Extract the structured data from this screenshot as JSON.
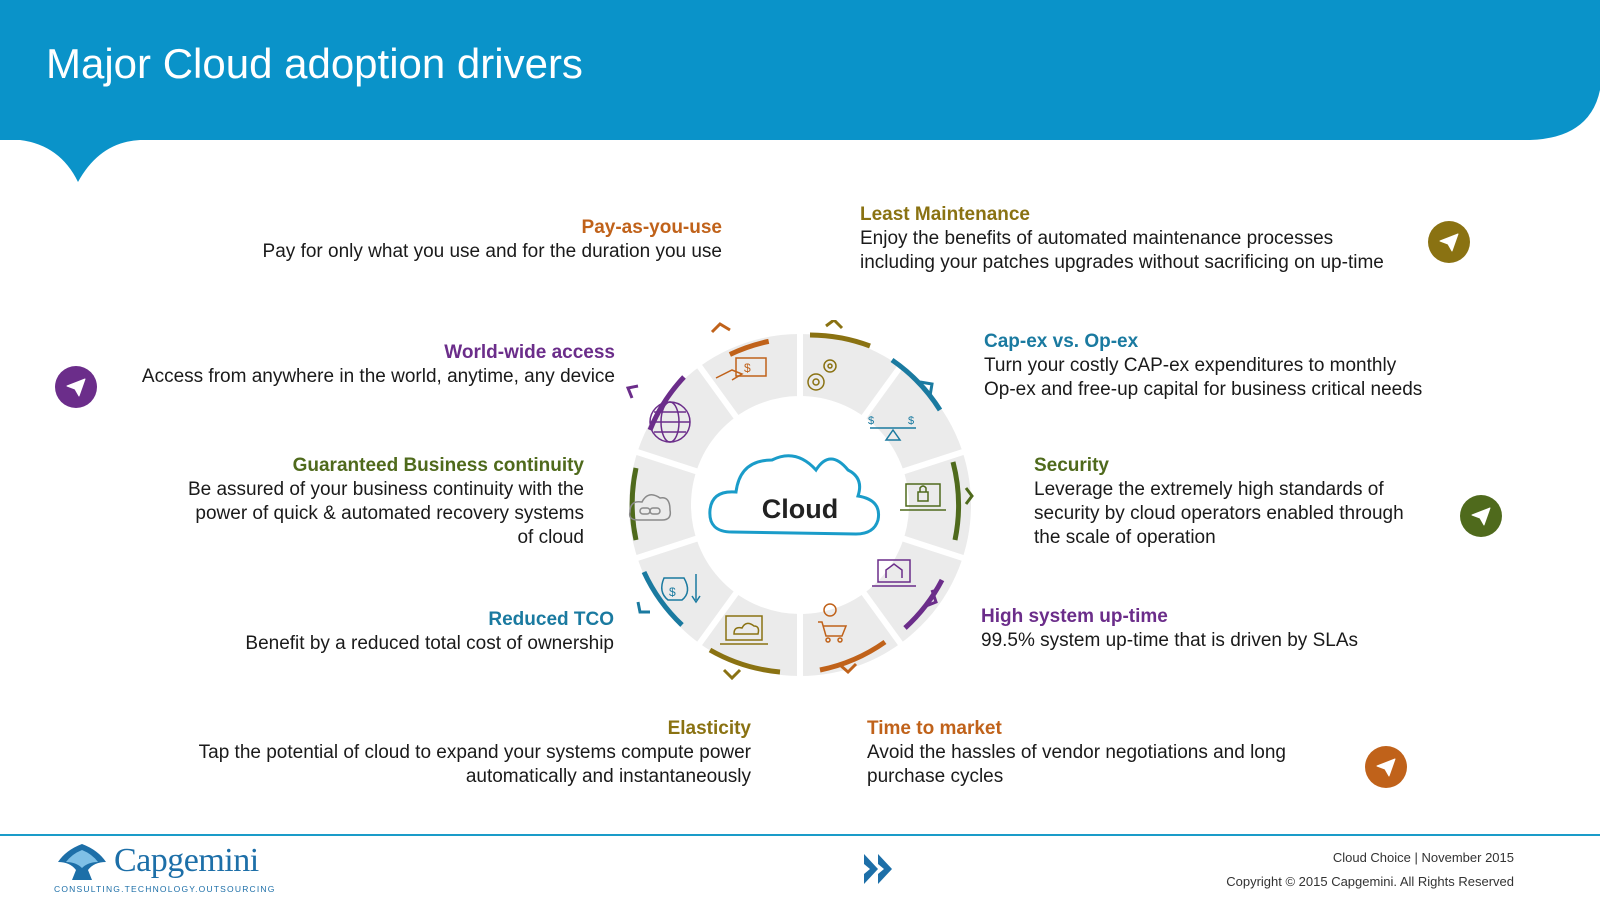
{
  "slide": {
    "title": "Major Cloud adoption drivers",
    "header_color": "#0a93c9"
  },
  "center": {
    "label": "Cloud"
  },
  "drivers": {
    "pay": {
      "title": "Pay-as-you-use",
      "desc": "Pay for only what you use and for the duration you use",
      "color": "#c0621a"
    },
    "maintenance": {
      "title": "Least Maintenance",
      "desc1": "Enjoy the benefits of automated maintenance processes",
      "desc2": "including your patches upgrades without sacrificing on up-time",
      "color": "#8a7212"
    },
    "worldwide": {
      "title": "World-wide access",
      "desc": "Access from anywhere in the world, anytime, any device",
      "color": "#6b2d8a"
    },
    "capex": {
      "title": "Cap-ex vs. Op-ex",
      "desc1": "Turn your costly CAP-ex expenditures to monthly",
      "desc2": "Op-ex and free-up capital for business critical needs",
      "color": "#1a7aa0"
    },
    "continuity": {
      "title": "Guaranteed Business continuity",
      "desc1": "Be assured of your business continuity with the",
      "desc2": "power of quick & automated recovery systems",
      "desc3": "of cloud",
      "color": "#4f6a1c"
    },
    "security": {
      "title": "Security",
      "desc1": "Leverage the extremely high standards of",
      "desc2": "security by cloud operators enabled through",
      "desc3": "the scale of operation",
      "color": "#4f6a1c"
    },
    "tco": {
      "title": "Reduced TCO",
      "desc": "Benefit by a reduced total cost of ownership",
      "color": "#1a7aa0"
    },
    "uptime": {
      "title": "High system up-time",
      "desc": "99.5% system up-time that is driven by SLAs",
      "color": "#6b2d8a"
    },
    "elasticity": {
      "title": "Elasticity",
      "desc1": "Tap the potential of cloud to expand your systems compute power",
      "desc2": "automatically and instantaneously",
      "color": "#8a7212"
    },
    "market": {
      "title": "Time to market",
      "desc1": "Avoid the hassles of vendor negotiations and long",
      "desc2": "purchase cycles",
      "color": "#c0621a"
    }
  },
  "badges": [
    {
      "icon": "paper-plane-icon",
      "color": "#8a7212"
    },
    {
      "icon": "paper-plane-icon",
      "color": "#6b2d8a"
    },
    {
      "icon": "paper-plane-icon",
      "color": "#4f6a1c"
    },
    {
      "icon": "paper-plane-icon",
      "color": "#c0621a"
    }
  ],
  "footer": {
    "logo_text": "Capgemini",
    "logo_tagline": "CONSULTING.TECHNOLOGY.OUTSOURCING",
    "doc_info": "Cloud Choice | November 2015",
    "copyright": "Copyright © 2015 Capgemini.  All Rights Reserved"
  }
}
